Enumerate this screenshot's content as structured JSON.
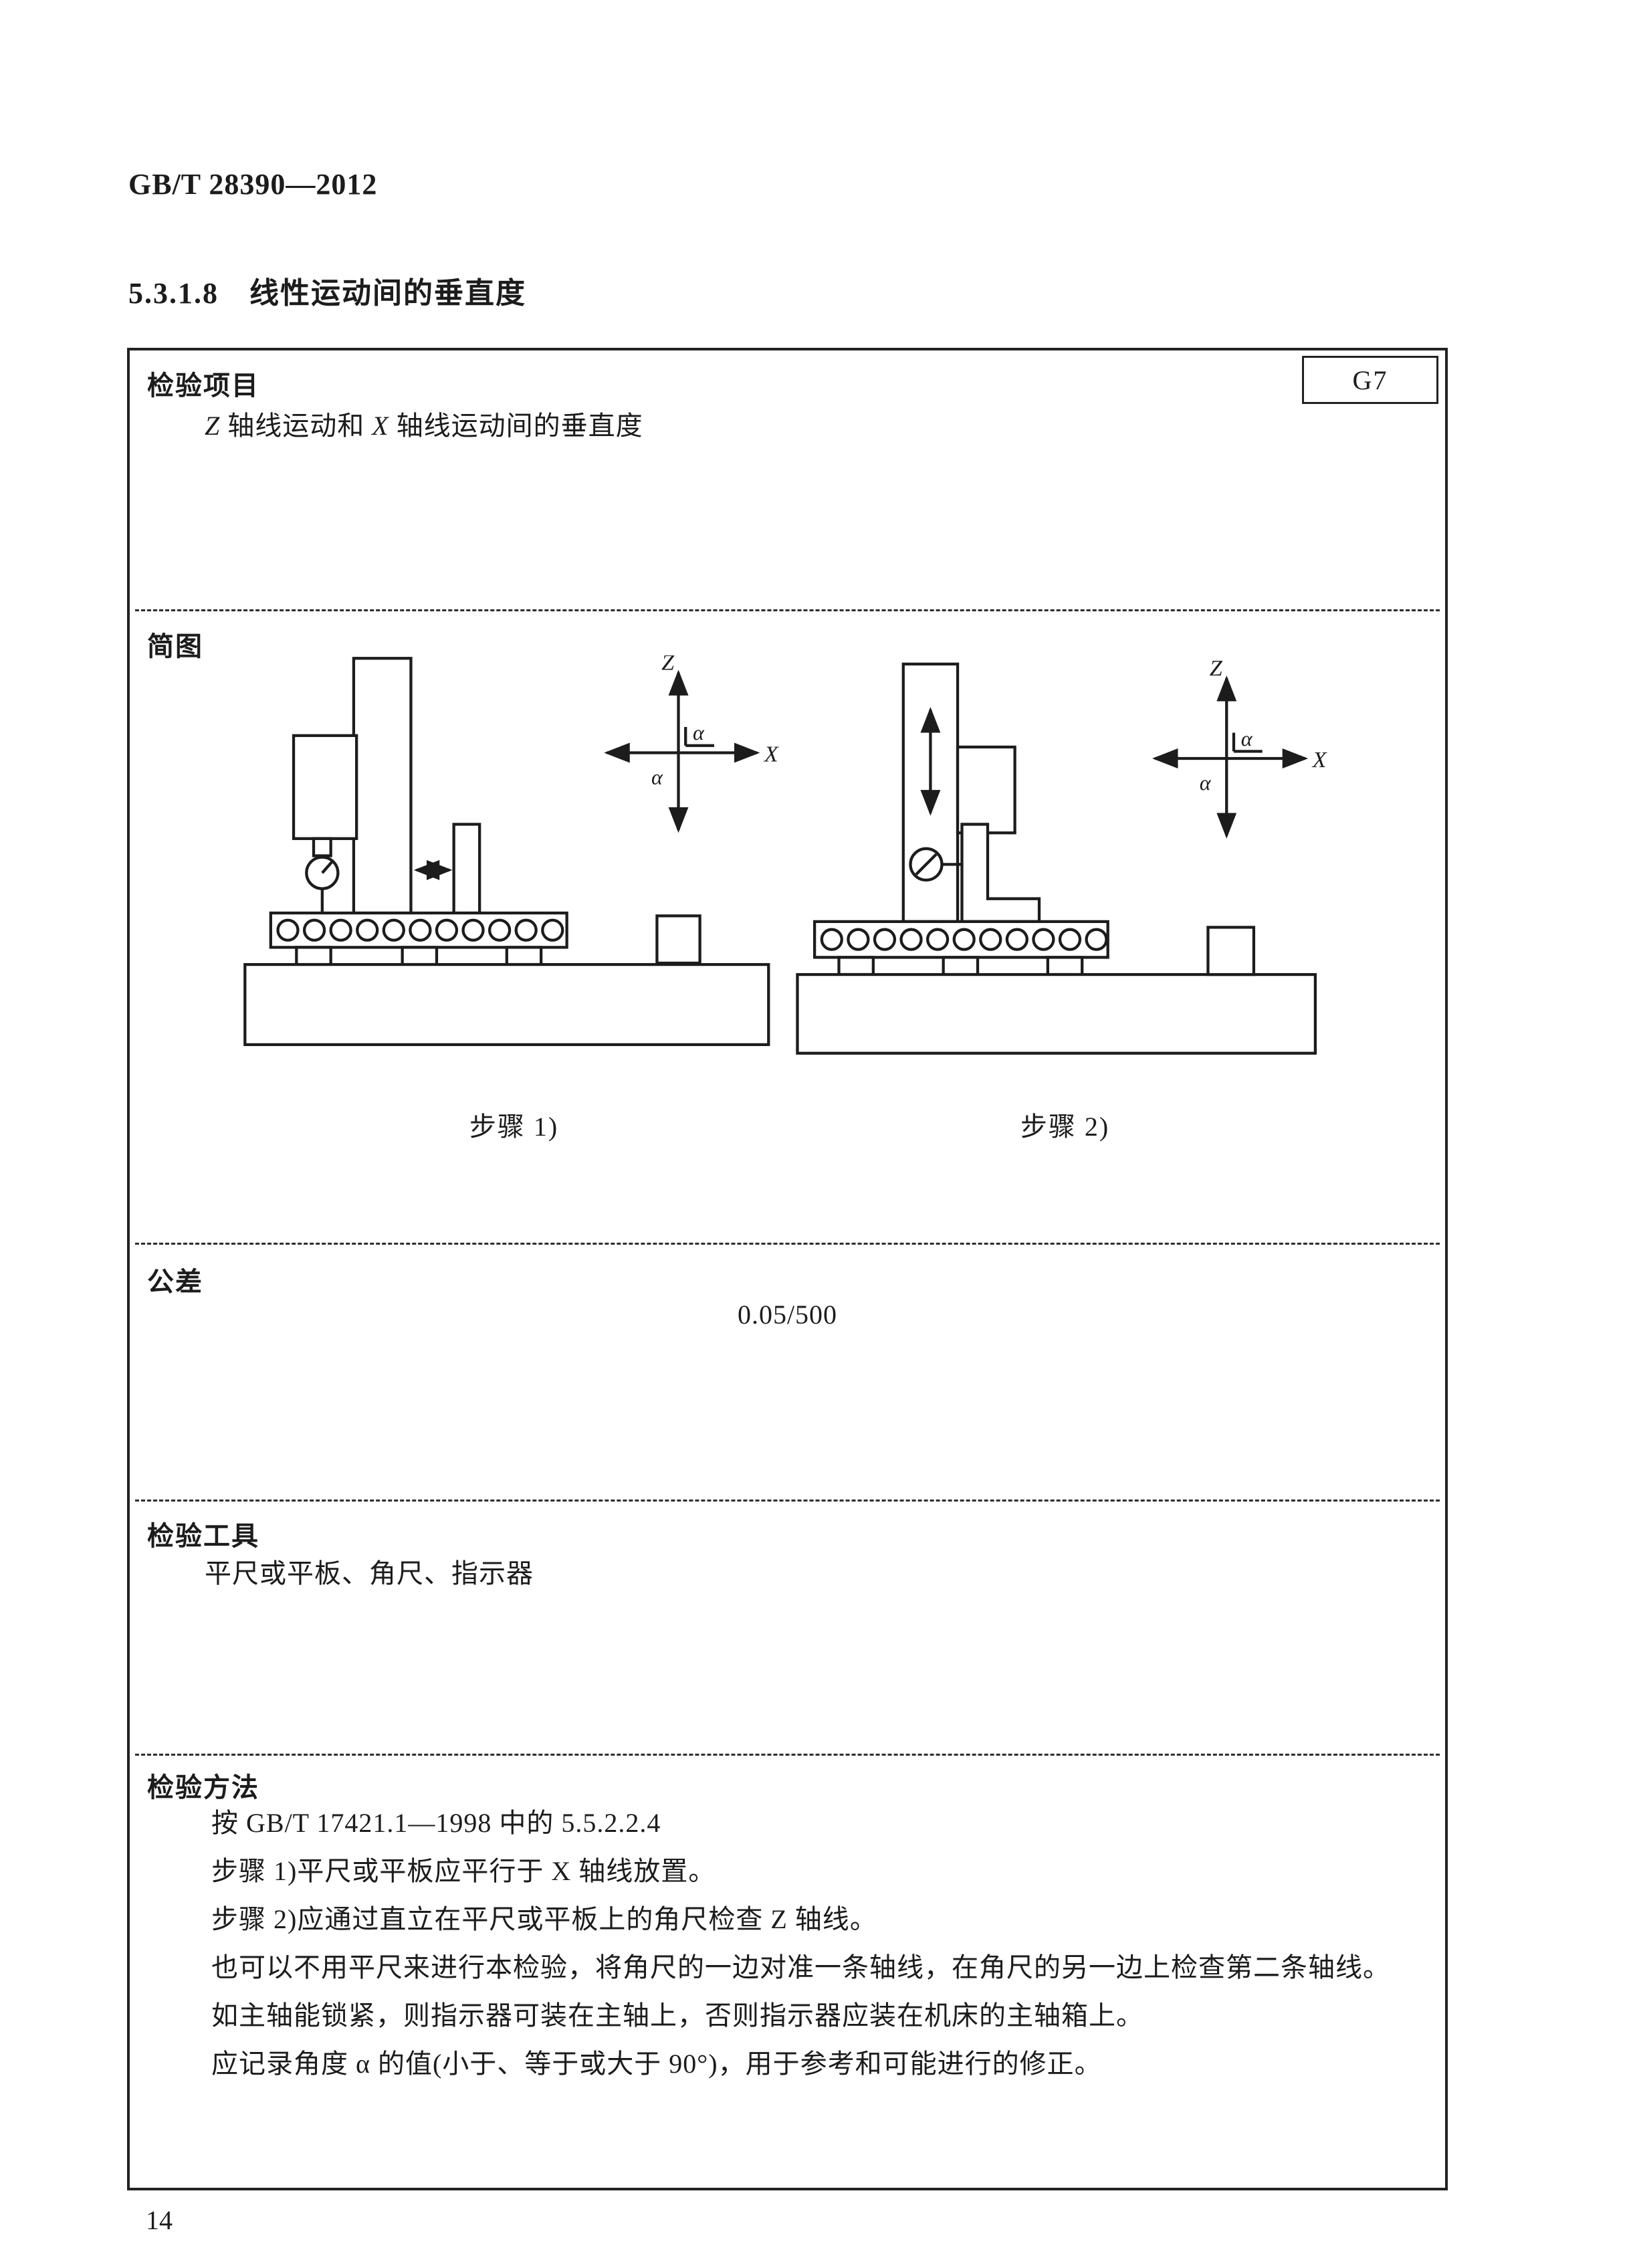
{
  "page": {
    "doc_code": "GB/T 28390—2012",
    "section_title": "5.3.1.8　线性运动间的垂直度",
    "page_number": "14"
  },
  "table": {
    "item": {
      "label": "检验项目",
      "code": "G7",
      "text_z": "Z",
      "text_mid": " 轴线运动和 ",
      "text_x": "X",
      "text_tail": " 轴线运动间的垂直度"
    },
    "diagram": {
      "label": "简图",
      "step1_caption": "步骤 1)",
      "step2_caption": "步骤 2)",
      "axis_z": "Z",
      "axis_x": "X",
      "alpha": "α"
    },
    "tolerance": {
      "label": "公差",
      "value": "0.05/500"
    },
    "tools": {
      "label": "检验工具",
      "text": "平尺或平板、角尺、指示器"
    },
    "method": {
      "label": "检验方法",
      "lines": [
        "按 GB/T 17421.1—1998 中的 5.5.2.2.4",
        "步骤 1)平尺或平板应平行于 X 轴线放置。",
        "步骤 2)应通过直立在平尺或平板上的角尺检查 Z 轴线。",
        "也可以不用平尺来进行本检验，将角尺的一边对准一条轴线，在角尺的另一边上检查第二条轴线。",
        "如主轴能锁紧，则指示器可装在主轴上，否则指示器应装在机床的主轴箱上。",
        "应记录角度 α 的值(小于、等于或大于 90°)，用于参考和可能进行的修正。"
      ]
    }
  }
}
